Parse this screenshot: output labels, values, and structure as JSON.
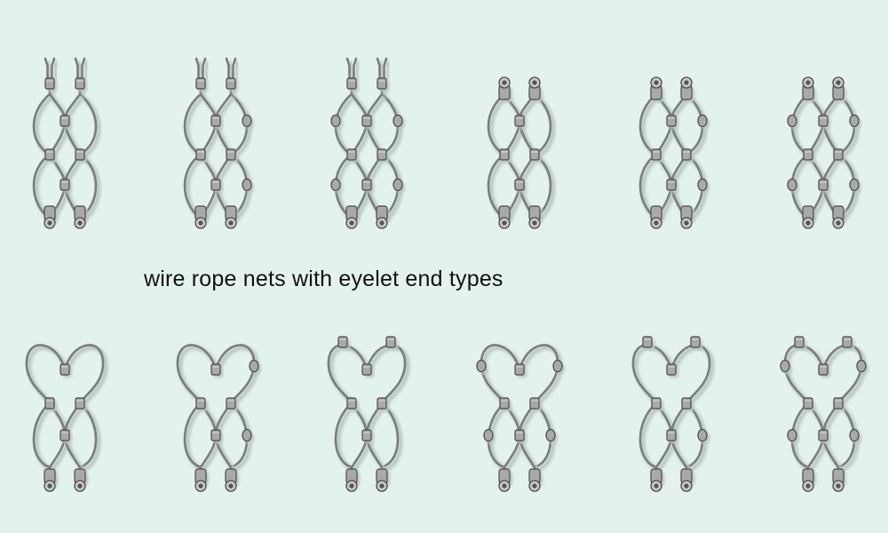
{
  "caption": "wire rope nets with eyelet end types",
  "colors": {
    "background": "#e4f2ee",
    "wire": "#7c7c7c",
    "ferrule_fill": "#a9a9a9",
    "ferrule_stroke": "#4a4a4a",
    "shadow": "#b9c7c3"
  },
  "rows": [
    {
      "name": "top-row",
      "samples": [
        {
          "top": "open-wire-tips",
          "middle": "no-side-ferrules",
          "bottom": "eyelet-ferrule-ends"
        },
        {
          "top": "open-wire-tips",
          "middle": "right-side-ferrules",
          "bottom": "eyelet-ferrule-ends"
        },
        {
          "top": "open-wire-tips",
          "middle": "both-side-ferrules",
          "bottom": "eyelet-ferrule-ends"
        },
        {
          "top": "eyelet-ferrule-ends",
          "middle": "no-side-ferrules",
          "bottom": "eyelet-ferrule-ends"
        },
        {
          "top": "eyelet-ferrule-ends",
          "middle": "right-side-ferrules",
          "bottom": "eyelet-ferrule-ends"
        },
        {
          "top": "eyelet-ferrule-ends",
          "middle": "both-side-ferrules",
          "bottom": "eyelet-ferrule-ends"
        }
      ]
    },
    {
      "name": "bottom-row",
      "samples": [
        {
          "top": "plain-loops",
          "middle": "no-side-ferrules",
          "bottom": "eyelet-ferrule-ends"
        },
        {
          "top": "loops-right-ferrule",
          "middle": "right-side-ferrules",
          "bottom": "eyelet-ferrule-ends"
        },
        {
          "top": "loops-top-ferrules",
          "middle": "no-side-ferrules",
          "bottom": "eyelet-ferrule-ends"
        },
        {
          "top": "loops-side-ferrules",
          "middle": "both-side-ferrules",
          "bottom": "eyelet-ferrule-ends"
        },
        {
          "top": "loops-top-ferrules",
          "middle": "right-side-ferrules",
          "bottom": "eyelet-ferrule-ends"
        },
        {
          "top": "loops-top-side-ferrules",
          "middle": "both-side-ferrules",
          "bottom": "eyelet-ferrule-ends"
        }
      ]
    }
  ]
}
